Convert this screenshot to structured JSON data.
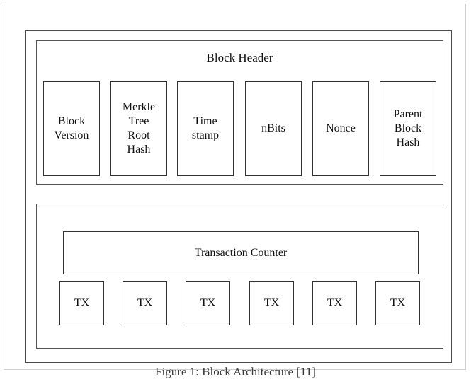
{
  "header": {
    "title": "Block Header",
    "fields": [
      "Block\nVersion",
      "Merkle\nTree\nRoot\nHash",
      "Time\nstamp",
      "nBits",
      "Nonce",
      "Parent\nBlock\nHash"
    ]
  },
  "body": {
    "counter_label": "Transaction Counter",
    "tx_label": "TX"
  },
  "caption": "Figure 1: Block Architecture [11]"
}
